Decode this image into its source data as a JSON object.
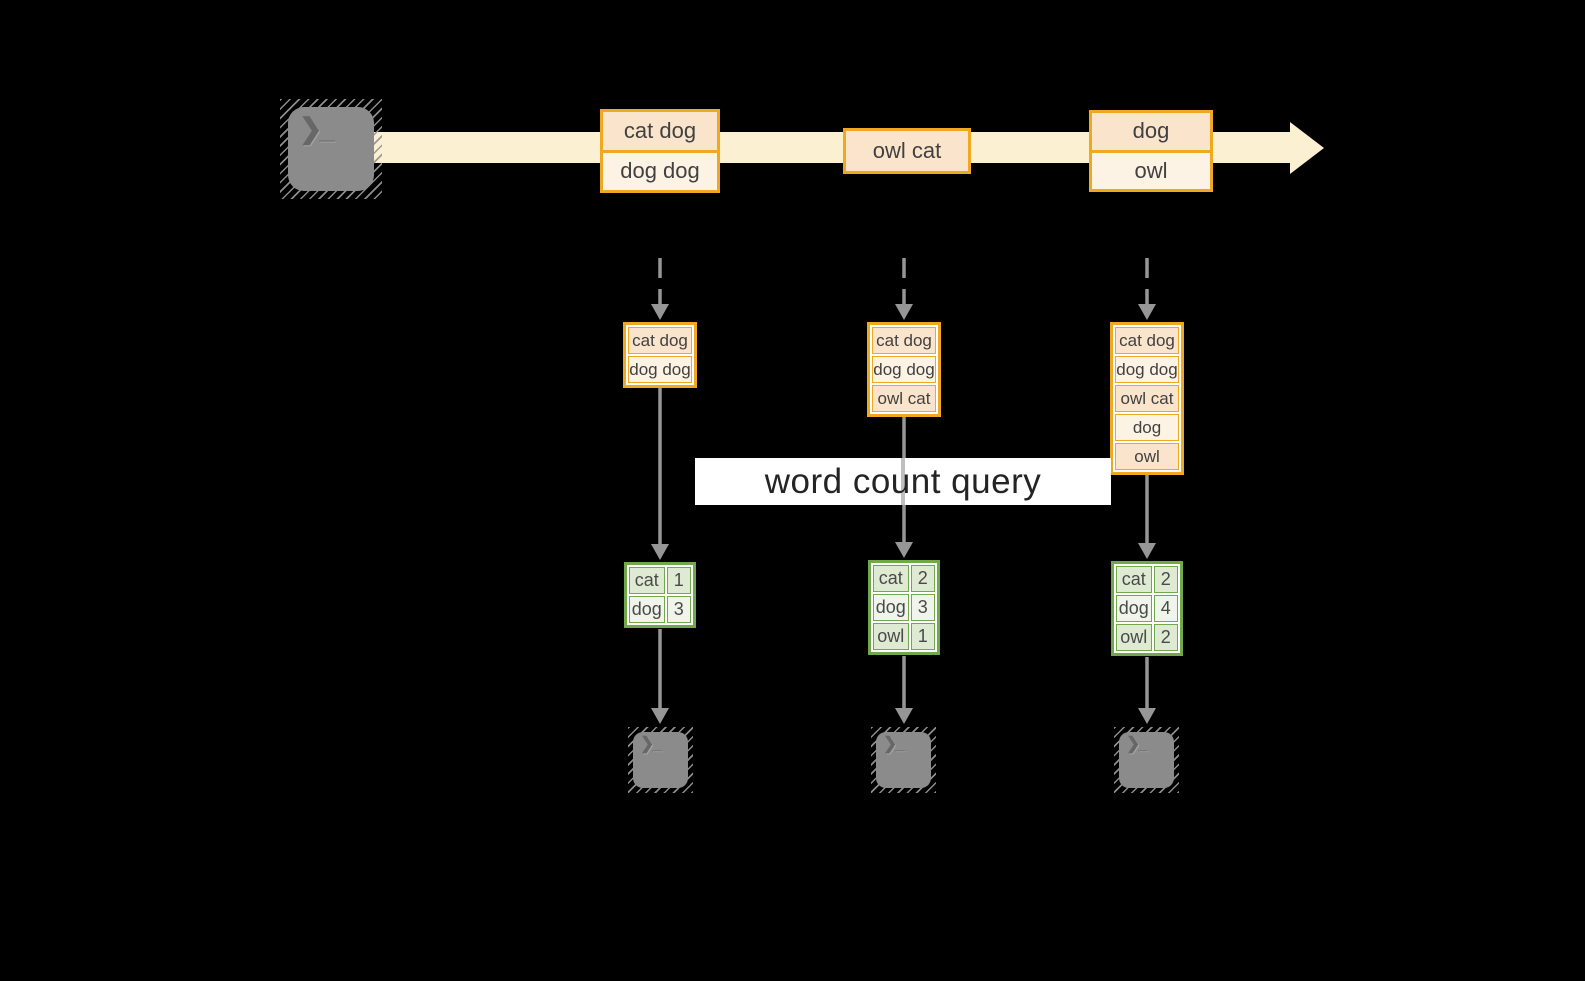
{
  "title_label": "word count query",
  "icons": {
    "terminal_prompt": "❯_"
  },
  "colors": {
    "background": "#000000",
    "stream_fill": "#FBF1D2",
    "batch_border": "#EFA920",
    "batch_fill_peach": "#FAE5CC",
    "batch_fill_cream": "#FDF3E4",
    "table_border": "#70A84A",
    "table_fill": "#DFEAD3",
    "table_fill_light": "#EFF5EA",
    "arrow_gray": "#969696"
  },
  "stream": {
    "batches": [
      {
        "items": [
          "cat dog",
          "dog dog"
        ]
      },
      {
        "items": [
          "owl cat"
        ]
      },
      {
        "items": [
          "dog",
          "owl"
        ]
      }
    ]
  },
  "columns": [
    {
      "input_records": [
        "cat dog",
        "dog dog"
      ],
      "counts": [
        {
          "word": "cat",
          "count": "1"
        },
        {
          "word": "dog",
          "count": "3"
        }
      ]
    },
    {
      "input_records": [
        "cat dog",
        "dog dog",
        "owl cat"
      ],
      "counts": [
        {
          "word": "cat",
          "count": "2"
        },
        {
          "word": "dog",
          "count": "3"
        },
        {
          "word": "owl",
          "count": "1"
        }
      ]
    },
    {
      "input_records": [
        "cat dog",
        "dog dog",
        "owl cat",
        "dog",
        "owl"
      ],
      "counts": [
        {
          "word": "cat",
          "count": "2"
        },
        {
          "word": "dog",
          "count": "4"
        },
        {
          "word": "owl",
          "count": "2"
        }
      ]
    }
  ]
}
